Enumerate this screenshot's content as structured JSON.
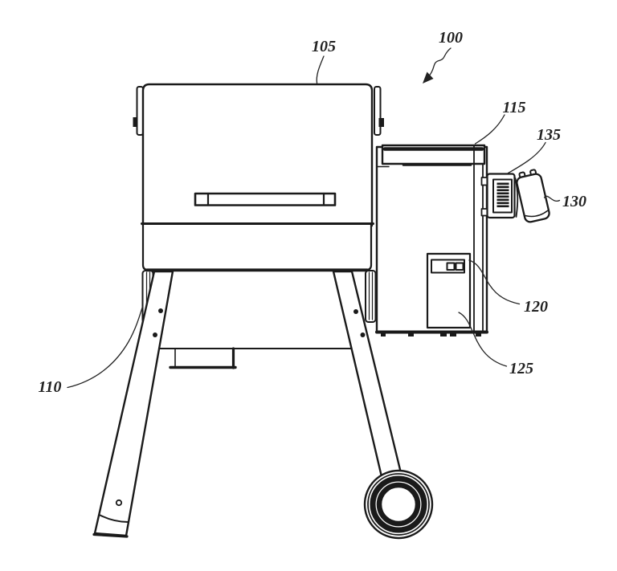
{
  "figure": {
    "background_color": "#ffffff",
    "ink_color": "#1a1a1a",
    "label_ink_color": "#222222",
    "labels": {
      "l100": "100",
      "l105": "105",
      "l110": "110",
      "l115": "115",
      "l120": "120",
      "l125": "125",
      "l130": "130",
      "l135": "135"
    }
  }
}
